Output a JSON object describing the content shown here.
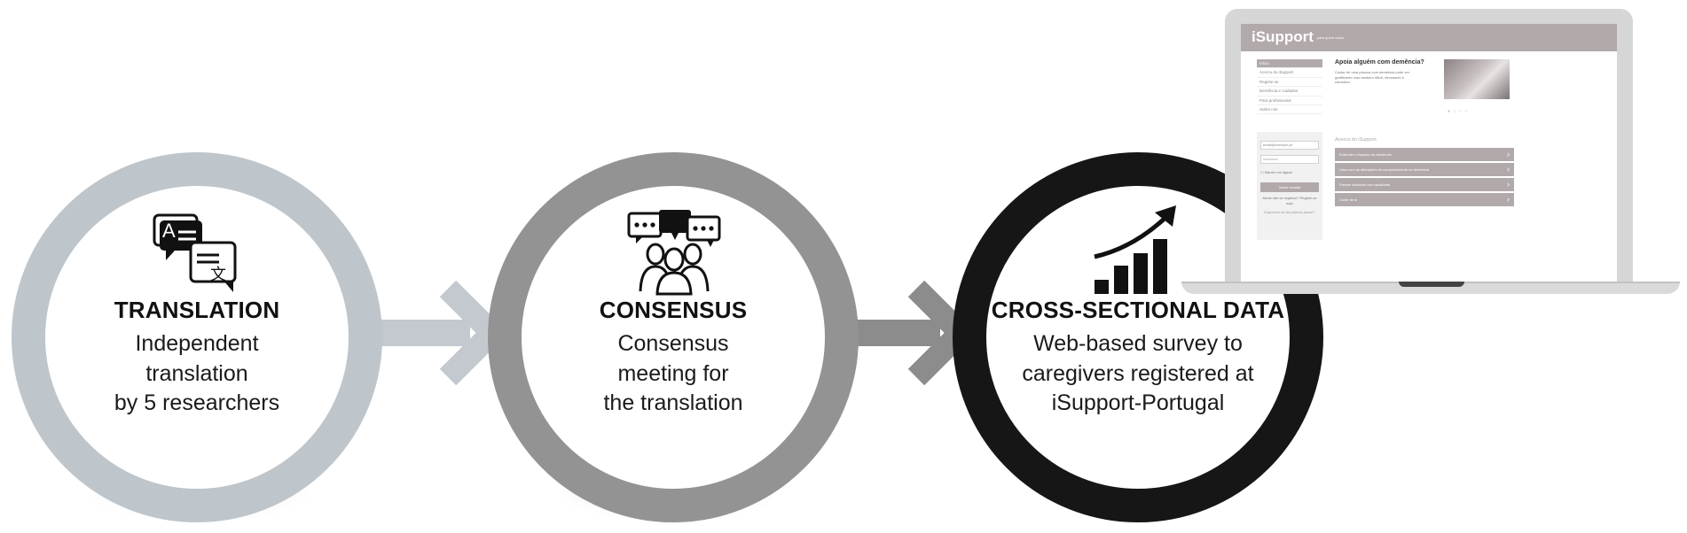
{
  "steps": [
    {
      "title": "TRANSLATION",
      "description": [
        "Independent",
        "translation",
        "by 5 researchers"
      ],
      "icon": "translate-icon",
      "ring_color": "#bec5cb"
    },
    {
      "title": "CONSENSUS",
      "description": [
        "Consensus",
        "meeting for",
        "the translation"
      ],
      "icon": "group-discussion-icon",
      "ring_color": "#939393"
    },
    {
      "title": "CROSS-SECTIONAL DATA",
      "description": [
        "Web-based survey to",
        "caregivers registered at",
        "iSupport-Portugal"
      ],
      "icon": "bar-chart-growth-icon",
      "ring_color": "#161616"
    }
  ],
  "arrow_colors": [
    "#c3c9ce",
    "#8c8c8c"
  ],
  "translate_icon_glyphs": {
    "source": "A",
    "target": "文"
  },
  "laptop": {
    "site_logo": "iSupport",
    "site_tagline": "para quem cuida",
    "menu": [
      "Início",
      "Acerca do iSupport",
      "Registe-se",
      "Demência e cuidados",
      "Para profissionais",
      "Sobre nós"
    ],
    "login": {
      "email_placeholder": "email@exemplo.pt",
      "password_value": "••••••••••••",
      "remember_label": "Manter-me ligado",
      "submit_label": "Iniciar sessão",
      "register_note": "Ainda não se registou? Registe-se aqui",
      "forgot_label": "Esqueceu-se da palavra-passe?"
    },
    "hero_title": "Apoia alguém com demência?",
    "hero_text": "Cuidar de uma pessoa com demência pode ser gratificante mas também difícil, stressante e cansativo.",
    "carousel_dots": "● ○ ○ ○",
    "section_title": "Acerca do iSupport",
    "guides": [
      "Entender o impacto da demência",
      "Lidar com as alterações de comportamento na demência",
      "Prestar cuidados com qualidade",
      "Cuide de si"
    ]
  }
}
